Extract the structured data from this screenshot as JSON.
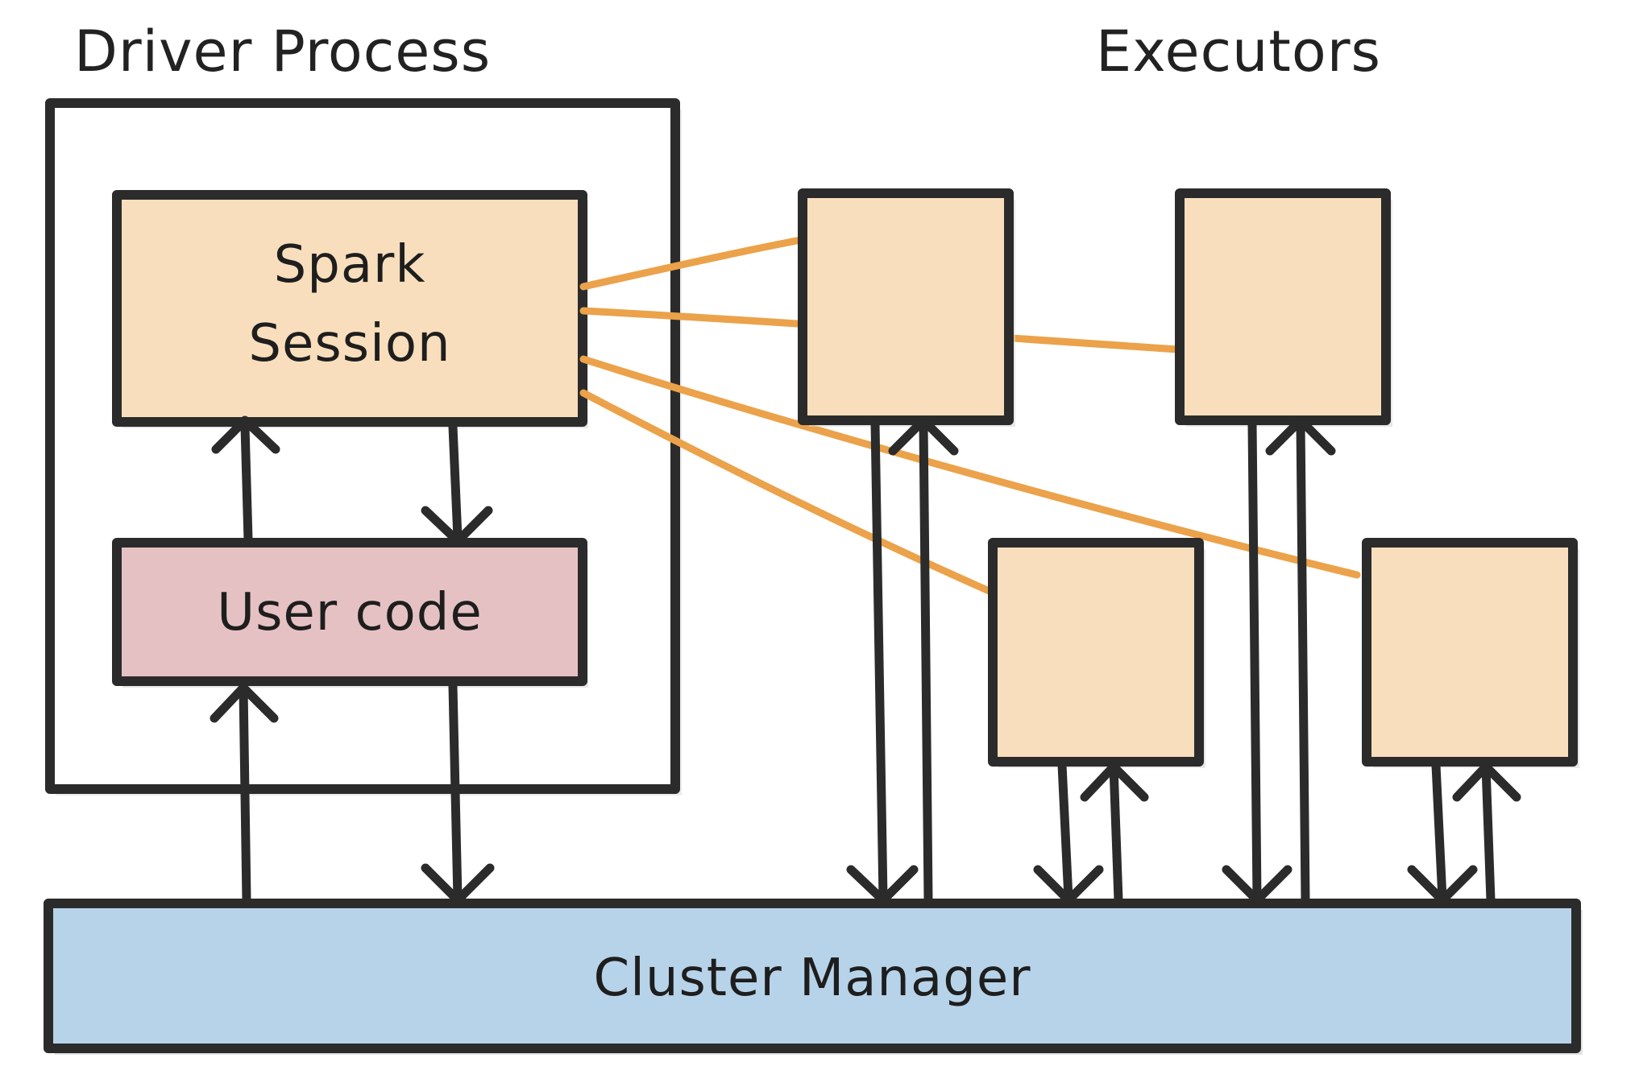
{
  "diagram": {
    "driver_title": "Driver Process",
    "executors_title": "Executors",
    "spark_session_line1": "Spark",
    "spark_session_line2": "Session",
    "user_code": "User code",
    "cluster_manager": "Cluster Manager"
  },
  "colors": {
    "spark_session_fill": "#f8debc",
    "user_code_fill": "#e6c1c3",
    "executor_fill": "#f8debc",
    "cluster_manager_fill": "#b7d3e9",
    "driver_box_fill": "#ffffff",
    "link_color": "#eba24a",
    "outline_color": "#2b2b2b"
  }
}
